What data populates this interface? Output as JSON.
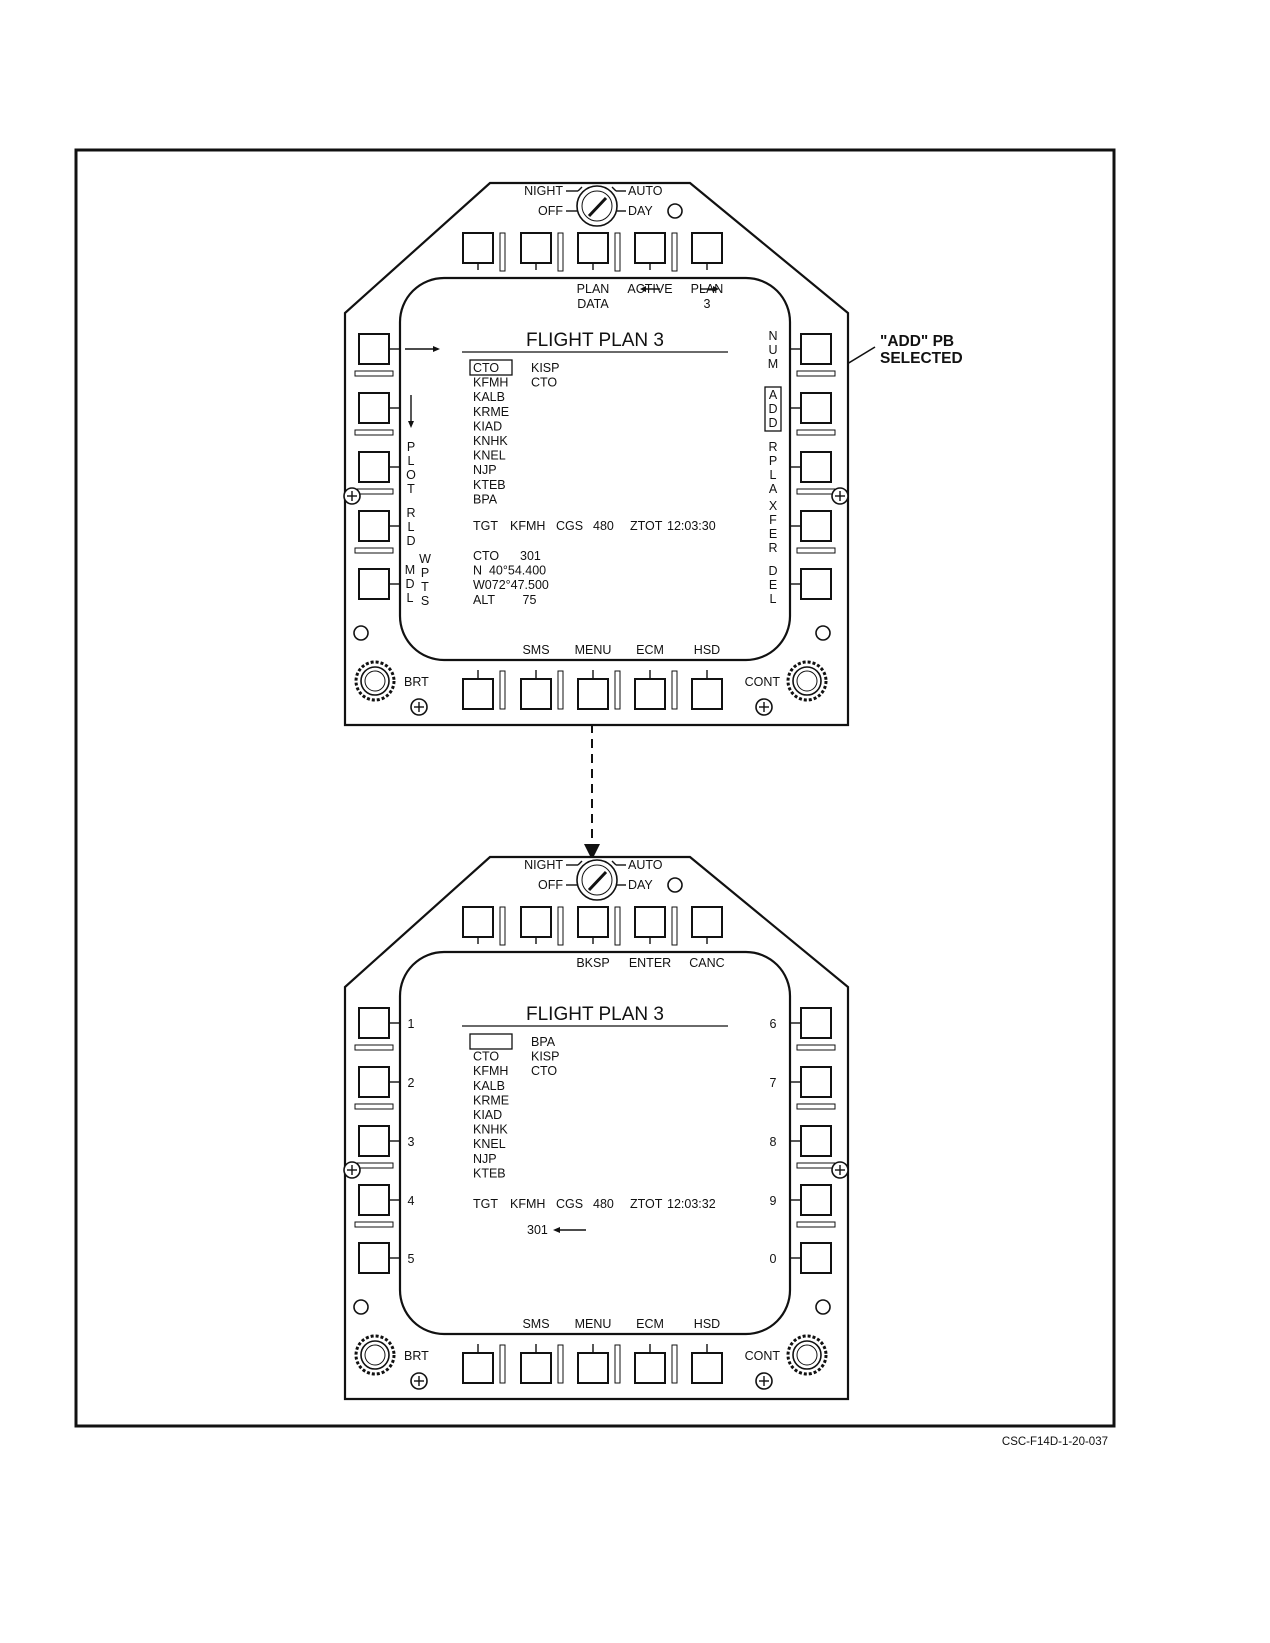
{
  "callout": {
    "line1": "\"ADD\" PB",
    "line2": "SELECTED"
  },
  "figure_id": "CSC-F14D-1-20-037",
  "displays": [
    {
      "selector": {
        "night": "NIGHT",
        "auto": "AUTO",
        "off": "OFF",
        "day": "DAY"
      },
      "top_labels": [
        {
          "text": "PLAN\nDATA",
          "pos": 2
        },
        {
          "text": "ACTIVE",
          "pos": 3
        },
        {
          "text": "← PLAN →\n3",
          "pos": 4
        }
      ],
      "left_labels": [
        "→",
        "↓",
        "PLOT",
        "RLD",
        "MDL|WPTS"
      ],
      "right_labels": [
        "NUM",
        "ADD",
        "RPLA",
        "XFER",
        "DEL"
      ],
      "right_boxed": 1,
      "bottom_labels": [
        "",
        "SMS",
        "MENU",
        "ECM",
        "HSD"
      ],
      "brt": "BRT",
      "cont": "CONT",
      "title": "FLIGHT PLAN 3",
      "waypoints_col1": [
        "CTO",
        "KFMH",
        "KALB",
        "KRME",
        "KIAD",
        "KNHK",
        "KNEL",
        "NJP",
        "KTEB",
        "BPA"
      ],
      "waypoints_col2": [
        "KISP",
        "CTO"
      ],
      "boxed_waypoint": 0,
      "status": {
        "tgt": "TGT",
        "tgt_val": "KFMH",
        "cgs": "CGS",
        "cgs_val": "480",
        "ztot": "ZTOT",
        "ztot_val": "12:03:30"
      },
      "detail": [
        "CTO      301",
        "N  40°54.400",
        "W072°47.500",
        "ALT        75"
      ],
      "entry": ""
    },
    {
      "selector": {
        "night": "NIGHT",
        "auto": "AUTO",
        "off": "OFF",
        "day": "DAY"
      },
      "top_labels": [
        {
          "text": "BKSP",
          "pos": 2
        },
        {
          "text": "ENTER",
          "pos": 3
        },
        {
          "text": "CANC",
          "pos": 4
        }
      ],
      "left_labels": [
        "1",
        "2",
        "3",
        "4",
        "5"
      ],
      "right_labels": [
        "6",
        "7",
        "8",
        "9",
        "0"
      ],
      "right_boxed": -1,
      "bottom_labels": [
        "",
        "SMS",
        "MENU",
        "ECM",
        "HSD"
      ],
      "brt": "BRT",
      "cont": "CONT",
      "title": "FLIGHT PLAN 3",
      "waypoints_col1": [
        "",
        "CTO",
        "KFMH",
        "KALB",
        "KRME",
        "KIAD",
        "KNHK",
        "KNEL",
        "NJP",
        "KTEB"
      ],
      "waypoints_col2": [
        "BPA",
        "KISP",
        "CTO"
      ],
      "boxed_waypoint": 0,
      "status": {
        "tgt": "TGT",
        "tgt_val": "KFMH",
        "cgs": "CGS",
        "cgs_val": "480",
        "ztot": "ZTOT",
        "ztot_val": "12:03:32"
      },
      "detail": [],
      "entry": "301 ←—"
    }
  ]
}
